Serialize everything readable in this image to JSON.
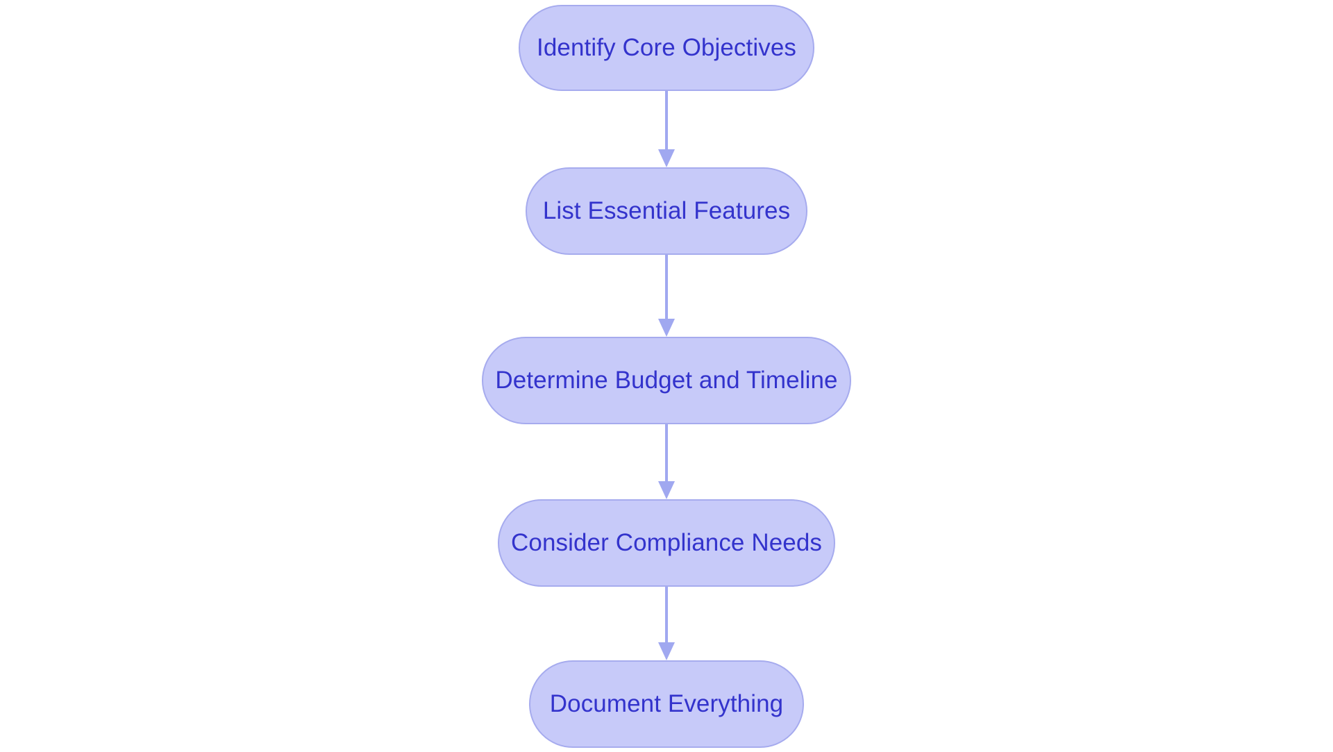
{
  "diagram": {
    "type": "flowchart",
    "orientation": "vertical",
    "title": "",
    "background_color": "#ffffff",
    "node_fill_color": "#c7caf9",
    "node_border_color": "#a6abee",
    "node_text_color": "#3333cc",
    "connector_color": "#a0a8f0",
    "node_shape": "pill",
    "nodes": [
      {
        "id": "node-1",
        "label": "Identify Core Objectives"
      },
      {
        "id": "node-2",
        "label": "List Essential Features"
      },
      {
        "id": "node-3",
        "label": "Determine Budget and Timeline"
      },
      {
        "id": "node-4",
        "label": "Consider Compliance Needs"
      },
      {
        "id": "node-5",
        "label": "Document Everything"
      }
    ],
    "edges": [
      {
        "id": "edge-1",
        "from": "node-1",
        "to": "node-2",
        "label": "",
        "arrow": "down-arrow"
      },
      {
        "id": "edge-2",
        "from": "node-2",
        "to": "node-3",
        "label": "",
        "arrow": "down-arrow"
      },
      {
        "id": "edge-3",
        "from": "node-3",
        "to": "node-4",
        "label": "",
        "arrow": "down-arrow"
      },
      {
        "id": "edge-4",
        "from": "node-4",
        "to": "node-5",
        "label": "",
        "arrow": "down-arrow"
      }
    ]
  }
}
